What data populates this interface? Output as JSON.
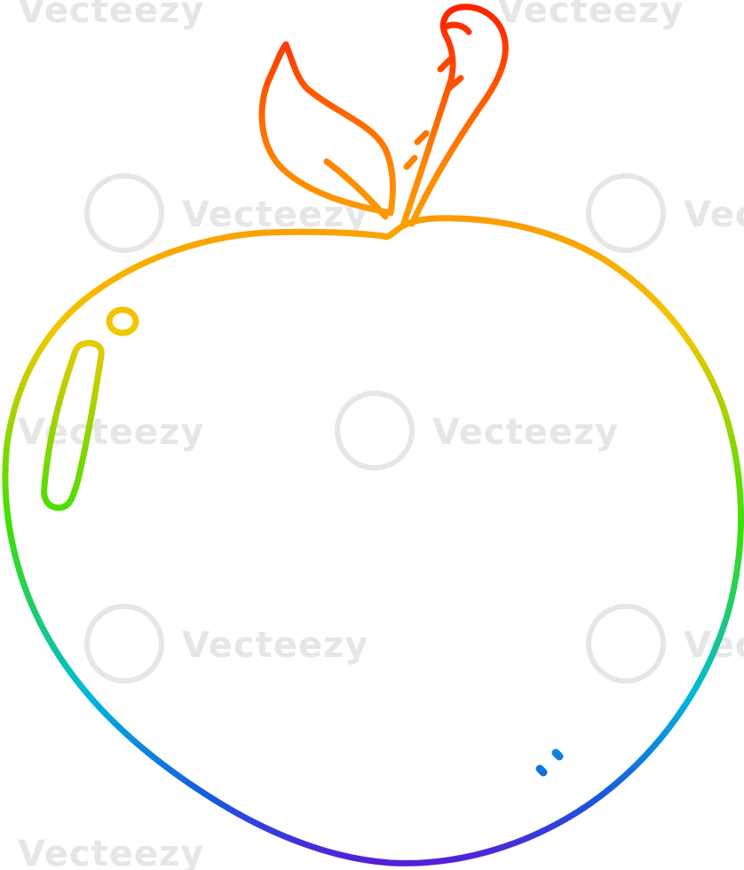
{
  "illustration": {
    "subject": "apple-icon",
    "parts": [
      "apple-body",
      "apple-stem",
      "apple-leaf",
      "apple-highlight",
      "apple-speckles"
    ],
    "style": "rainbow-gradient-line-art",
    "gradient_colors": {
      "top": "#ff1e00",
      "orange": "#ff8a00",
      "yellow": "#f2c800",
      "green": "#3fe000",
      "cyan": "#00b9d9",
      "blue": "#1a55e0",
      "bottom": "#5a1ad6"
    },
    "background_color": "#ffffff"
  },
  "watermark": {
    "text": "Vecteezy",
    "color": "#e6e6e6"
  }
}
